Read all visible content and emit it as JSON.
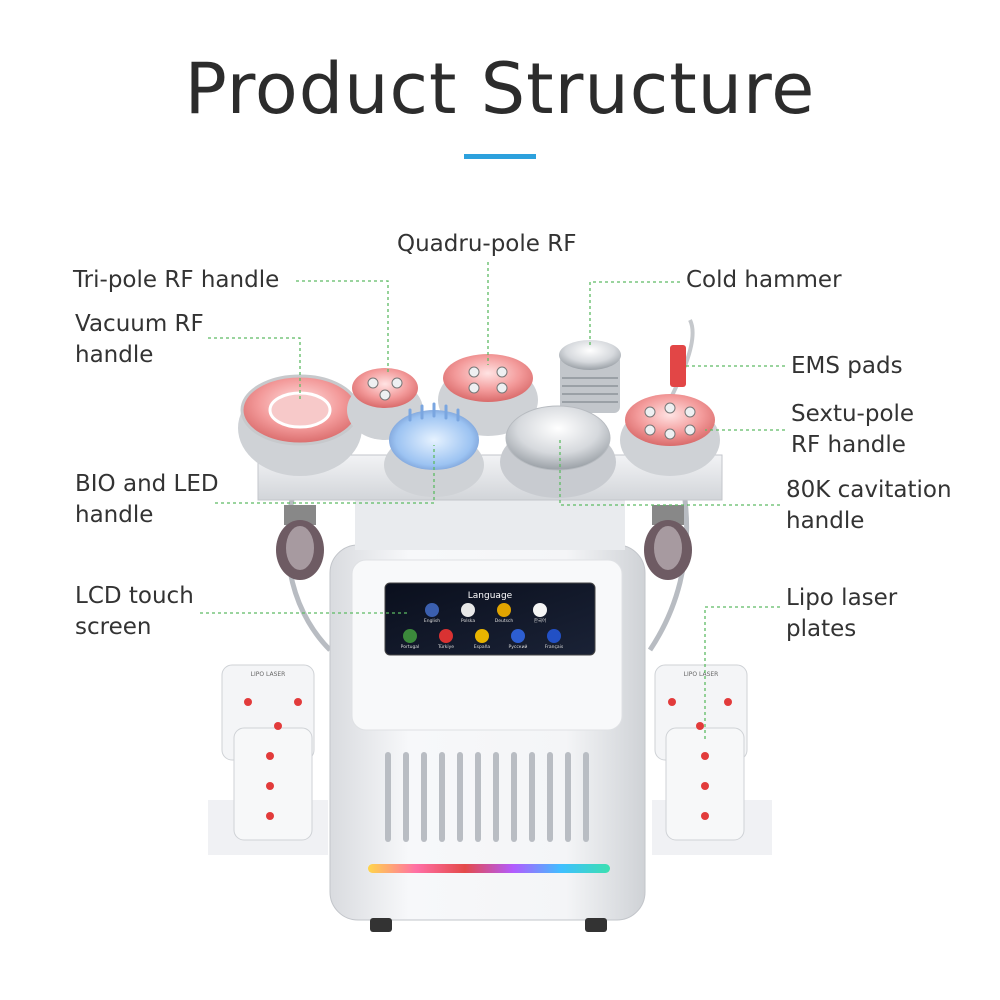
{
  "title": "Product Structure",
  "colors": {
    "accent": "#2da1dd",
    "leader": "#5dbb63",
    "text": "#333333"
  },
  "labels": {
    "quadru_pole_rf": "Quadru-pole RF",
    "tri_pole_rf_handle": "Tri-pole RF handle",
    "cold_hammer": "Cold hammer",
    "vacuum_rf_handle": "Vacuum RF\nhandle",
    "ems_pads": "EMS pads",
    "sextu_pole_rf_handle": "Sextu-pole\nRF handle",
    "bio_and_led_handle": "BIO and LED\nhandle",
    "cavitation_handle": "80K cavitation\nhandle",
    "lcd_touch_screen": "LCD touch\nscreen",
    "lipo_laser_plates": "Lipo laser\nplates"
  },
  "screen": {
    "heading": "Language",
    "languages": [
      "English",
      "Polska",
      "Deutsch",
      "한국어",
      "Portugal",
      "Türkiye",
      "España",
      "Русский",
      "Français"
    ]
  },
  "plate_label": "LIPO LASER"
}
